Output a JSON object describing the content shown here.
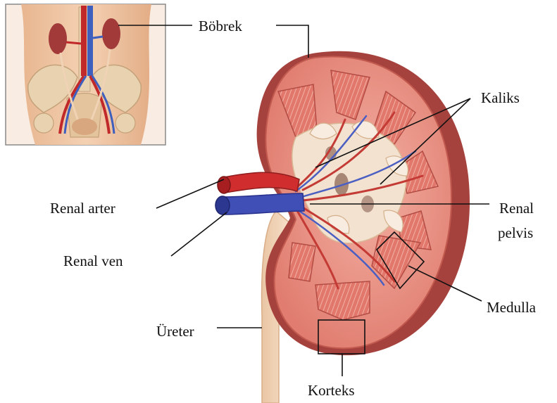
{
  "labels": {
    "bobrek": "Böbrek",
    "kaliks": "Kaliks",
    "renal_arter": "Renal arter",
    "renal_pelvis_line1": "Renal",
    "renal_pelvis_line2": "pelvis",
    "renal_ven": "Renal ven",
    "medulla": "Medulla",
    "ureter": "Üreter",
    "korteks": "Korteks"
  }
}
